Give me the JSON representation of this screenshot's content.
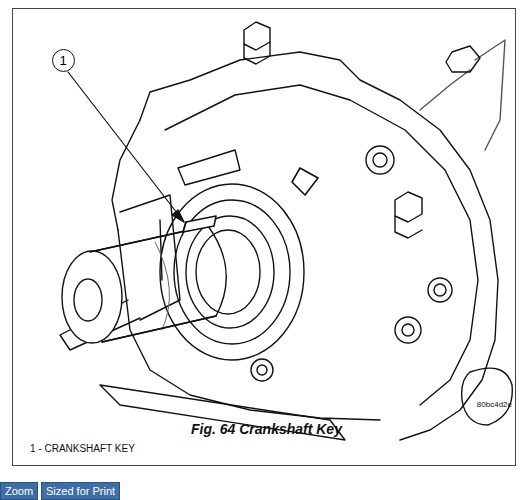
{
  "diagram": {
    "caption": "Fig. 64 Crankshaft Key",
    "nodes": [
      {
        "text": [
          "1"
        ]
      },
      {
        "text": [
          "Zoom"
        ]
      },
      {
        "text": [
          "Sized for Print"
        ]
      }
    ],
    "labels": [
      "1 - CRANKSHAFT KEY",
      "80bc4d2e"
    ]
  }
}
